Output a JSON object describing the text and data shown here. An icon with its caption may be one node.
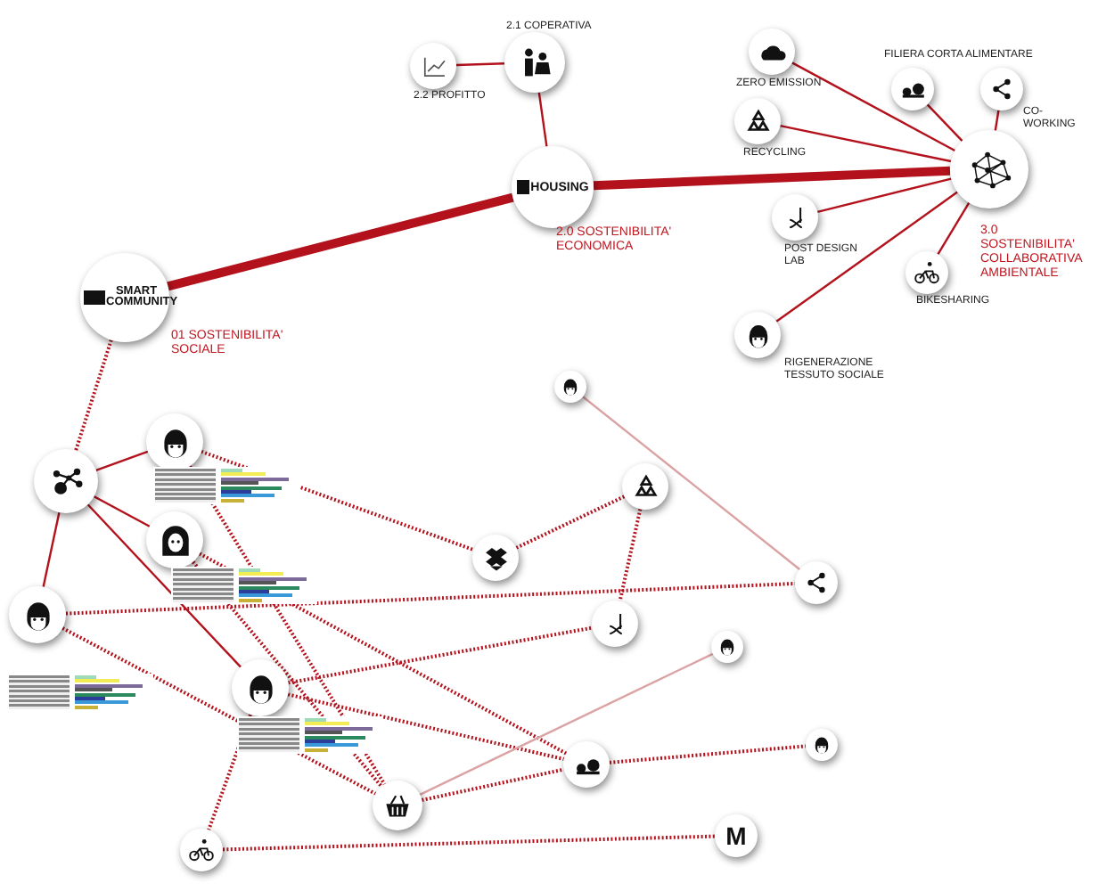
{
  "diagram": {
    "nodes": [
      {
        "text": [],
        "shape": "picture",
        "beside": [
          "2.2 PROFITTO"
        ]
      },
      {
        "text": [],
        "shape": "picture",
        "beside": [
          "2.1 COPERATIVA"
        ]
      },
      {
        "text": [
          "HOUSING"
        ],
        "beside": [
          "2.0 SOSTENIBILITA' ECONOMICA"
        ]
      },
      {
        "text": [],
        "shape": "picture",
        "beside": [
          "ZERO EMISSION"
        ]
      },
      {
        "text": [],
        "shape": "picture",
        "beside": [
          "FILIERA CORTA ALIMENTARE"
        ]
      },
      {
        "text": [],
        "shape": "picture",
        "beside": [
          "CO-WORKING"
        ]
      },
      {
        "text": [],
        "shape": "picture",
        "beside": [
          "RECYCLING"
        ]
      },
      {
        "text": [],
        "shape": "picture",
        "beside": [
          "3.0 SOSTENIBILITA' COLLABORATIVA AMBIENTALE"
        ]
      },
      {
        "text": [],
        "shape": "picture",
        "beside": [
          "POST DESIGN LAB"
        ]
      },
      {
        "text": [],
        "shape": "picture",
        "beside": [
          "BIKESHARING"
        ]
      },
      {
        "text": [],
        "shape": "picture",
        "beside": [
          "RIGENERAZIONE TESSUTO SOCIALE"
        ]
      },
      {
        "text": [
          "SMART COMMUNITY"
        ],
        "beside": [
          "01 SOSTENIBILITA' SOCIALE"
        ]
      },
      {
        "text": [],
        "shape": "picture"
      },
      {
        "text": [],
        "shape": "picture"
      },
      {
        "text": [],
        "shape": "picture"
      },
      {
        "text": [],
        "shape": "picture"
      },
      {
        "text": [],
        "shape": "picture"
      },
      {
        "text": [],
        "shape": "picture"
      },
      {
        "text": [],
        "shape": "picture"
      },
      {
        "text": [],
        "shape": "picture"
      },
      {
        "text": [],
        "shape": "picture"
      },
      {
        "text": [],
        "shape": "picture"
      },
      {
        "text": [],
        "shape": "picture"
      },
      {
        "text": [],
        "shape": "picture"
      },
      {
        "text": [],
        "shape": "picture"
      },
      {
        "text": [],
        "shape": "picture"
      },
      {
        "text": [
          "M"
        ]
      },
      {
        "text": [],
        "shape": "picture"
      }
    ],
    "edges": [
      {
        "from": 0,
        "to": 1,
        "arrow": "none"
      },
      {
        "from": 1,
        "to": 2,
        "arrow": "none"
      },
      {
        "from": 11,
        "to": 2,
        "arrow": "none",
        "style": "thick"
      },
      {
        "from": 2,
        "to": 7,
        "arrow": "none",
        "style": "thick"
      },
      {
        "from": 3,
        "to": 7,
        "arrow": "none"
      },
      {
        "from": 4,
        "to": 7,
        "arrow": "none"
      },
      {
        "from": 5,
        "to": 7,
        "arrow": "none"
      },
      {
        "from": 6,
        "to": 7,
        "arrow": "none"
      },
      {
        "from": 8,
        "to": 7,
        "arrow": "none"
      },
      {
        "from": 9,
        "to": 7,
        "arrow": "none"
      },
      {
        "from": 10,
        "to": 7,
        "arrow": "none"
      },
      {
        "from": 11,
        "to": 12,
        "arrow": "none",
        "style": "dashed"
      },
      {
        "from": 12,
        "to": 13,
        "arrow": "none"
      },
      {
        "from": 12,
        "to": 14,
        "arrow": "none"
      },
      {
        "from": 12,
        "to": 15,
        "arrow": "none"
      },
      {
        "from": 12,
        "to": 16,
        "arrow": "none"
      },
      {
        "from": 13,
        "to": 19,
        "arrow": "none",
        "style": "dashed"
      },
      {
        "from": 13,
        "to": 18,
        "arrow": "none",
        "style": "dashed"
      },
      {
        "from": 14,
        "to": 18,
        "arrow": "none",
        "style": "dashed"
      },
      {
        "from": 14,
        "to": 24,
        "arrow": "none",
        "style": "dashed"
      },
      {
        "from": 15,
        "to": 21,
        "arrow": "none",
        "style": "dashed"
      },
      {
        "from": 15,
        "to": 18,
        "arrow": "none",
        "style": "dashed"
      },
      {
        "from": 16,
        "to": 22,
        "arrow": "none",
        "style": "dashed"
      },
      {
        "from": 16,
        "to": 24,
        "arrow": "none",
        "style": "dashed"
      },
      {
        "from": 16,
        "to": 17,
        "arrow": "none",
        "style": "dashed"
      },
      {
        "from": 17,
        "to": 26,
        "arrow": "none",
        "style": "dashed"
      },
      {
        "from": 18,
        "to": 24,
        "arrow": "none",
        "style": "dashed"
      },
      {
        "from": 18,
        "to": 23,
        "arrow": "none",
        "color": "#dba3a3"
      },
      {
        "from": 19,
        "to": 20,
        "arrow": "none",
        "style": "dashed"
      },
      {
        "from": 20,
        "to": 22,
        "arrow": "none",
        "style": "dashed"
      },
      {
        "from": 24,
        "to": 25,
        "arrow": "none",
        "style": "dashed"
      },
      {
        "from": 27,
        "to": 21,
        "arrow": "none",
        "color": "#dba3a3"
      }
    ]
  }
}
